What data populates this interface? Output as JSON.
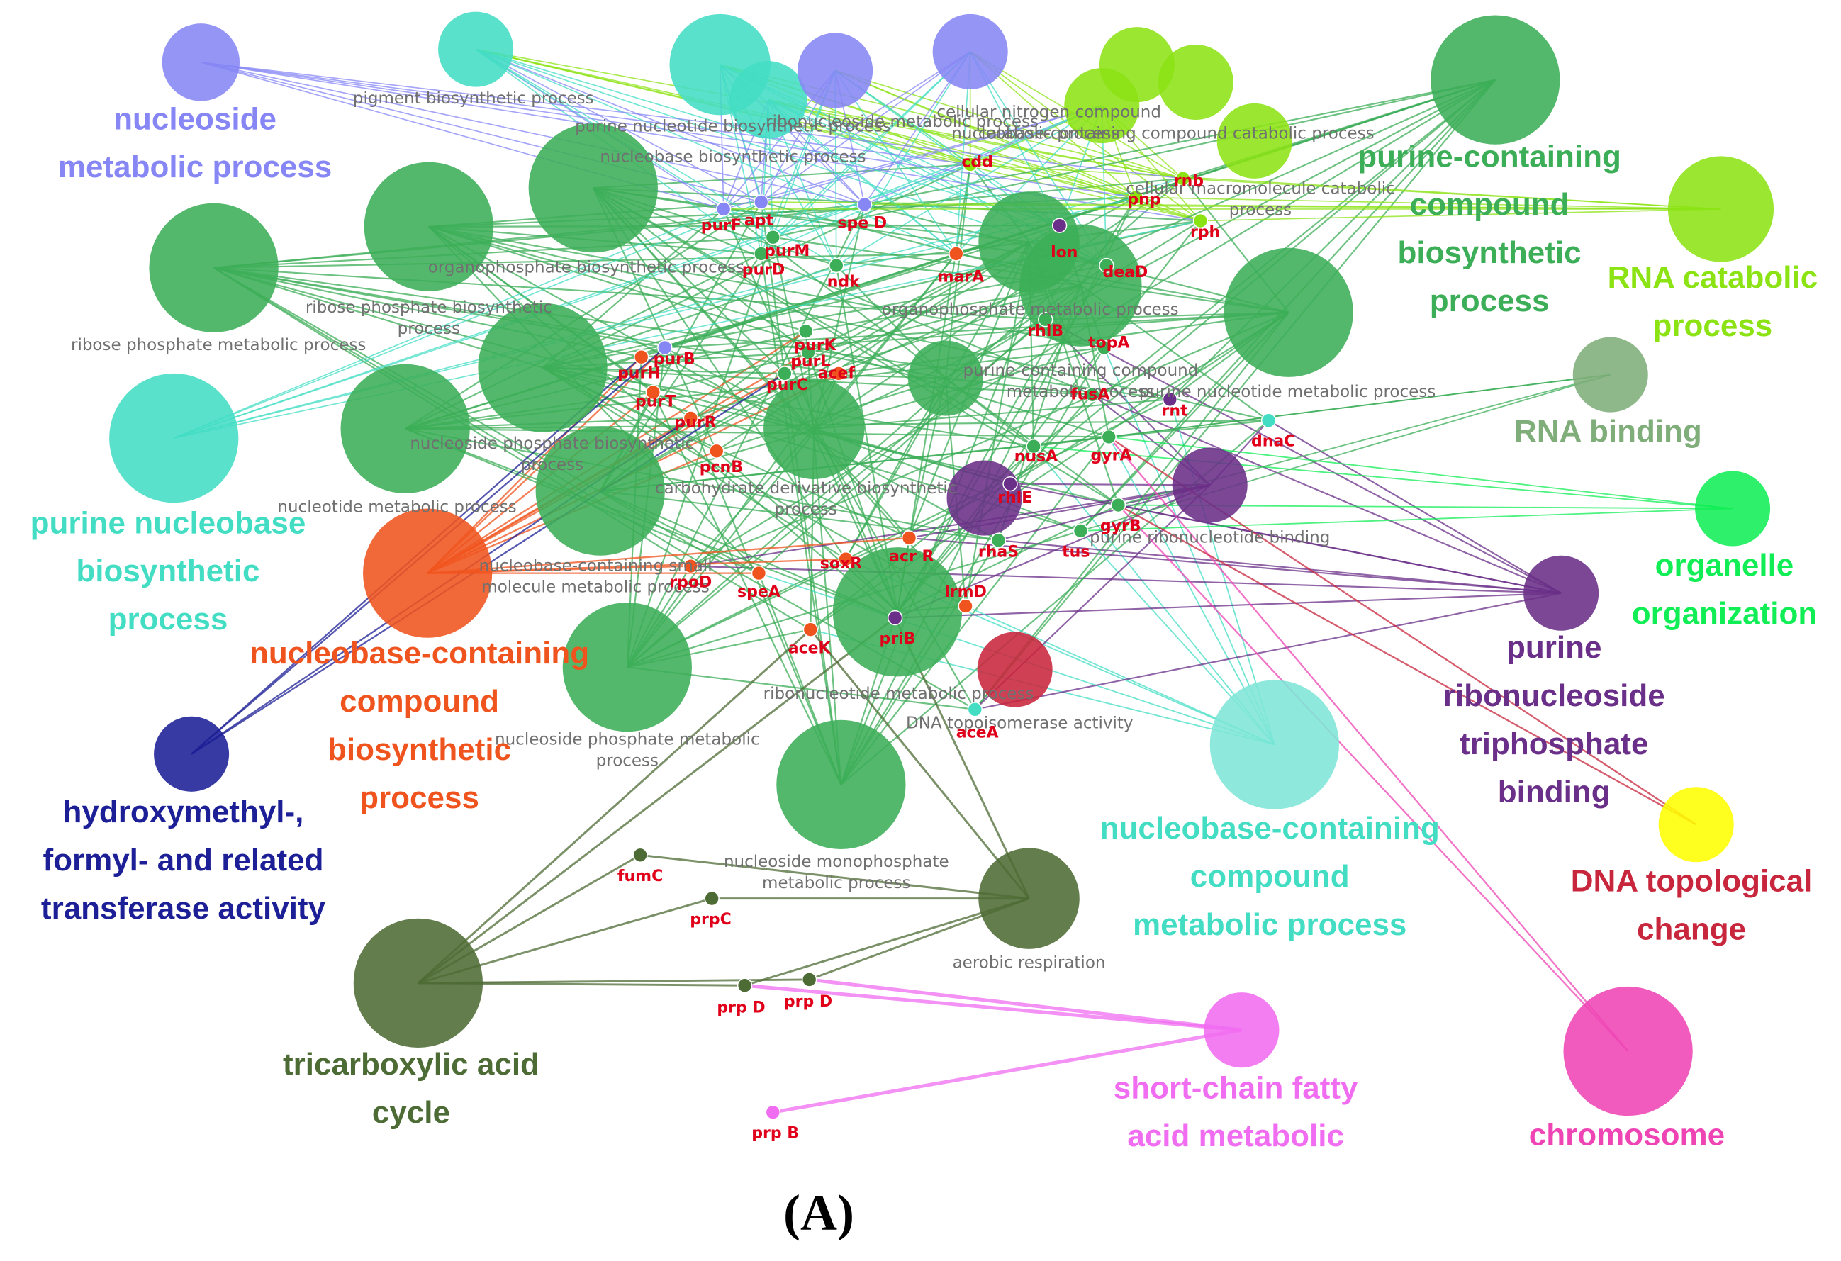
{
  "panel_label": "(A)",
  "colors": {
    "green": "#3cae58",
    "darkgreen": "#4d6b34",
    "teal": "#43ddc4",
    "lightteal": "#7ee6d7",
    "periwinkle": "#8686f5",
    "lime": "#8ce314",
    "orange": "#f0541e",
    "navy": "#1c1f96",
    "purple": "#6a2f88",
    "brightgreen": "#11ee55",
    "yellow": "#ffff00",
    "crimson": "#c8263c",
    "magenta": "#ee44b4",
    "pink": "#f06cf0",
    "sage": "#80ae7a",
    "gene": "#e0001a"
  },
  "terms": [
    {
      "id": "nucleoside_meta",
      "text": [
        "nucleoside",
        "metabolic process"
      ],
      "color": "periwinkle"
    },
    {
      "id": "purine_containing",
      "text": [
        "purine-containing",
        "compound",
        "biosynthetic",
        "process"
      ],
      "color": "green"
    },
    {
      "id": "rna_catabolic",
      "text": [
        "RNA catabolic",
        "process"
      ],
      "color": "lime"
    },
    {
      "id": "rna_binding",
      "text": [
        "RNA binding"
      ],
      "color": "sage"
    },
    {
      "id": "purine_nucleobase",
      "text": [
        "purine nucleobase",
        "biosynthetic",
        "process"
      ],
      "color": "teal"
    },
    {
      "id": "organelle",
      "text": [
        "organelle",
        "organization"
      ],
      "color": "brightgreen"
    },
    {
      "id": "nucleobase_bio",
      "text": [
        "nucleobase-containing",
        "compound",
        "biosynthetic",
        "process"
      ],
      "color": "orange"
    },
    {
      "id": "purine_ribo",
      "text": [
        "purine",
        "ribonucleoside",
        "triphosphate",
        "binding"
      ],
      "color": "purple"
    },
    {
      "id": "hydroxymethyl",
      "text": [
        "hydroxymethyl-,",
        "formyl- and related",
        "transferase activity"
      ],
      "color": "navy"
    },
    {
      "id": "nucleobase_meta",
      "text": [
        "nucleobase-containing",
        "compound",
        "metabolic process"
      ],
      "color": "teal"
    },
    {
      "id": "dna_topo",
      "text": [
        "DNA topological",
        "change"
      ],
      "color": "crimson"
    },
    {
      "id": "tca",
      "text": [
        "tricarboxylic acid",
        "cycle"
      ],
      "color": "darkgreen"
    },
    {
      "id": "short_chain",
      "text": [
        "short-chain fatty",
        "acid metabolic"
      ],
      "color": "pink"
    },
    {
      "id": "chromosome",
      "text": [
        "chromosome"
      ],
      "color": "magenta"
    }
  ],
  "minor_labels": [
    "pigment biosynthetic process",
    "purine nucleotide biosynthetic process",
    "nucleobase biosynthetic process",
    "ribonucleoside metabolic process",
    "cellular nitrogen compound catabolic process",
    "nucleobase-containing compound catabolic process",
    "cellular macromolecule catabolic process",
    "organophosphate biosynthetic process",
    "ribose phosphate biosynthetic process",
    "ribose phosphate metabolic process",
    "organophosphate metabolic process",
    "purine-containing compound metabolic process",
    "purine nucleotide metabolic process",
    "nucleoside phosphate biosynthetic process",
    "nucleotide metabolic process",
    "carbohydrate derivative biosynthetic process",
    "purine ribonucleotide binding",
    "nucleobase-containing small molecule metabolic process",
    "ribonucleotide metabolic process",
    "DNA topoisomerase activity",
    "nucleoside phosphate metabolic process",
    "nucleoside monophosphate metabolic process",
    "aerobic respiration"
  ],
  "genes": [
    "cdd",
    "rnb",
    "pnp",
    "rph",
    "spe D",
    "apt",
    "purF",
    "purM",
    "purD",
    "ndk",
    "marA",
    "lon",
    "deaD",
    "purB",
    "purK",
    "purL",
    "purH",
    "purT",
    "purC",
    "acef",
    "purR",
    "pcnB",
    "rhlB",
    "topA",
    "fusA",
    "rnt",
    "dnaC",
    "nusA",
    "rhlE",
    "gyrA",
    "gyrB",
    "tus",
    "rhaS",
    "soxR",
    "rpoD",
    "speA",
    "acr R",
    "aceK",
    "priB",
    "lrmD",
    "aceA",
    "fumC",
    "prpC",
    "prp D",
    "prp B"
  ]
}
